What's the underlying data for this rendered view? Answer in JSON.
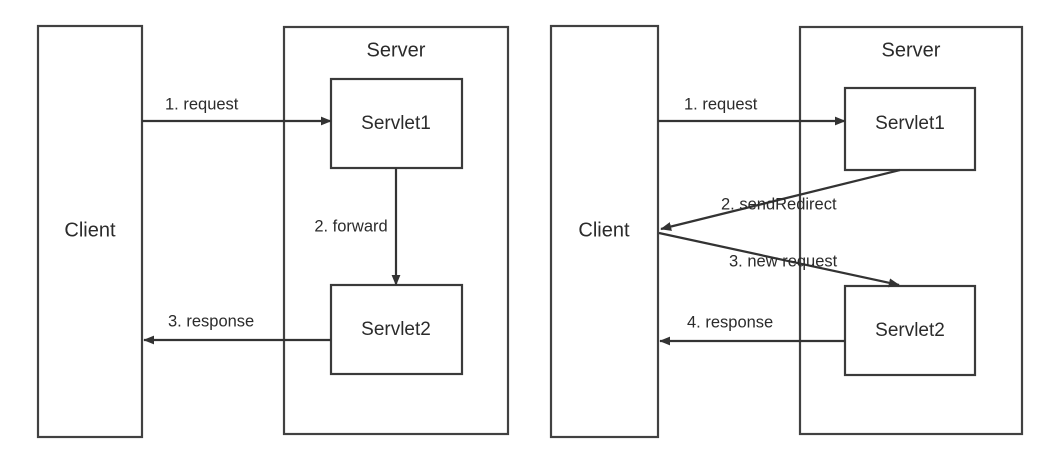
{
  "diagrams": [
    {
      "id": "forward-diagram",
      "client": {
        "label": "Client"
      },
      "server": {
        "label": "Server"
      },
      "servlet1": {
        "label": "Servlet1"
      },
      "servlet2": {
        "label": "Servlet2"
      },
      "arrows": [
        {
          "label": "1. request"
        },
        {
          "label": "2. forward"
        },
        {
          "label": "3. response"
        }
      ]
    },
    {
      "id": "sendredirect-diagram",
      "client": {
        "label": "Client"
      },
      "server": {
        "label": "Server"
      },
      "servlet1": {
        "label": "Servlet1"
      },
      "servlet2": {
        "label": "Servlet2"
      },
      "arrows": [
        {
          "label": "1. request"
        },
        {
          "label": "2. sendRedirect"
        },
        {
          "label": "3. new request"
        },
        {
          "label": "4. response"
        }
      ]
    }
  ],
  "style": {
    "background": "#ffffff",
    "stroke": "#3a3a3a",
    "text": "#2b2b2b"
  }
}
